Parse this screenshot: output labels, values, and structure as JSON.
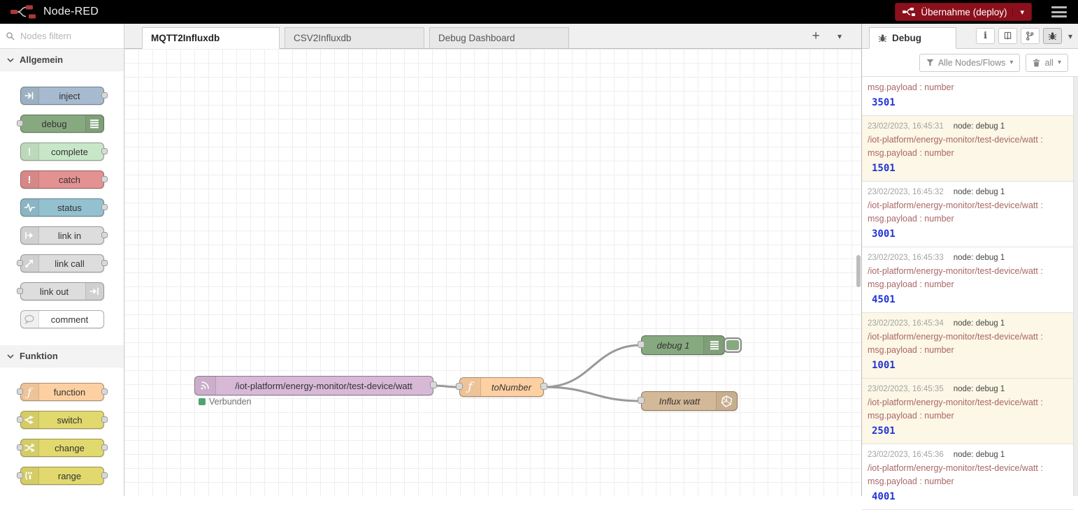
{
  "glyphs": {
    "plus": "+",
    "caret": "▾",
    "info": "i"
  },
  "header": {
    "title": "Node-RED",
    "deploy_label": "Übernahme (deploy)",
    "bg": "#000000",
    "deploy_bg": "#8C101C",
    "logo_red": "#aa3939"
  },
  "palette": {
    "search_placeholder": "Nodes filtern",
    "sections": [
      {
        "label": "Allgemein",
        "nodes": [
          {
            "label": "inject",
            "color": "#a6bbcf",
            "icon": "inject-icon",
            "icon_side": "left",
            "port_in": false,
            "port_out": true
          },
          {
            "label": "debug",
            "color": "#87a980",
            "icon": "debug-list-icon",
            "icon_side": "right",
            "port_in": true,
            "port_out": false
          },
          {
            "label": "complete",
            "color": "#c8e7c8",
            "icon": "complete-icon",
            "icon_side": "left",
            "port_in": false,
            "port_out": true
          },
          {
            "label": "catch",
            "color": "#e49191",
            "icon": "catch-icon",
            "icon_side": "left",
            "port_in": false,
            "port_out": true
          },
          {
            "label": "status",
            "color": "#94c1d0",
            "icon": "status-icon",
            "icon_side": "left",
            "port_in": false,
            "port_out": true
          },
          {
            "label": "link in",
            "color": "#dddddd",
            "icon": "link-in-icon",
            "icon_side": "left",
            "port_in": false,
            "port_out": true
          },
          {
            "label": "link call",
            "color": "#dddddd",
            "icon": "link-call-icon",
            "icon_side": "left",
            "port_in": true,
            "port_out": true
          },
          {
            "label": "link out",
            "color": "#dddddd",
            "icon": "link-out-icon",
            "icon_side": "right",
            "port_in": true,
            "port_out": false
          },
          {
            "label": "comment",
            "color": "#ffffff",
            "icon": "comment-icon",
            "icon_side": "left",
            "port_in": false,
            "port_out": false
          }
        ]
      },
      {
        "label": "Funktion",
        "nodes": [
          {
            "label": "function",
            "color": "#fdd0a2",
            "icon": "function-icon",
            "icon_side": "left",
            "port_in": true,
            "port_out": true
          },
          {
            "label": "switch",
            "color": "#e2d96e",
            "icon": "switch-icon",
            "icon_side": "left",
            "port_in": true,
            "port_out": true
          },
          {
            "label": "change",
            "color": "#e2d96e",
            "icon": "change-icon",
            "icon_side": "left",
            "port_in": true,
            "port_out": true
          },
          {
            "label": "range",
            "color": "#e2d96e",
            "icon": "range-icon",
            "icon_side": "left",
            "port_in": true,
            "port_out": true
          }
        ]
      }
    ]
  },
  "workspace": {
    "tabs": [
      {
        "label": "MQTT2Influxdb",
        "active": true
      },
      {
        "label": "CSV2Influxdb",
        "active": false
      },
      {
        "label": "Debug Dashboard",
        "active": false
      }
    ],
    "flow": {
      "wire_color": "#999999",
      "mqtt_node": {
        "label": "/iot-platform/energy-monitor/test-device/watt",
        "color": "#d7b9d7",
        "status_text": "Verbunden",
        "status_color": "#4fa56e"
      },
      "function_node": {
        "label": "toNumber",
        "color": "#fdd0a2"
      },
      "debug_node": {
        "label": "debug 1",
        "color": "#87a980"
      },
      "influx_node": {
        "label": "Influx watt",
        "color": "#d4b998"
      }
    }
  },
  "debug_panel": {
    "tab_label": "Debug",
    "filter_label": "Alle Nodes/Flows",
    "clear_label": "all",
    "topic_color": "#aa6666",
    "value_color": "#2033d6",
    "messages": [
      {
        "timestamp": "",
        "node": "",
        "topic": "",
        "payload": "msg.payload : number",
        "value": "3501",
        "highlight": false
      },
      {
        "timestamp": "23/02/2023, 16:45:31",
        "node": "node: debug 1",
        "topic": "/iot-platform/energy-monitor/test-device/watt :",
        "payload": "msg.payload : number",
        "value": "1501",
        "highlight": true
      },
      {
        "timestamp": "23/02/2023, 16:45:32",
        "node": "node: debug 1",
        "topic": "/iot-platform/energy-monitor/test-device/watt :",
        "payload": "msg.payload : number",
        "value": "3001",
        "highlight": false
      },
      {
        "timestamp": "23/02/2023, 16:45:33",
        "node": "node: debug 1",
        "topic": "/iot-platform/energy-monitor/test-device/watt :",
        "payload": "msg.payload : number",
        "value": "4501",
        "highlight": false
      },
      {
        "timestamp": "23/02/2023, 16:45:34",
        "node": "node: debug 1",
        "topic": "/iot-platform/energy-monitor/test-device/watt :",
        "payload": "msg.payload : number",
        "value": "1001",
        "highlight": true
      },
      {
        "timestamp": "23/02/2023, 16:45:35",
        "node": "node: debug 1",
        "topic": "/iot-platform/energy-monitor/test-device/watt :",
        "payload": "msg.payload : number",
        "value": "2501",
        "highlight": true
      },
      {
        "timestamp": "23/02/2023, 16:45:36",
        "node": "node: debug 1",
        "topic": "/iot-platform/energy-monitor/test-device/watt :",
        "payload": "msg.payload : number",
        "value": "4001",
        "highlight": false
      }
    ]
  }
}
